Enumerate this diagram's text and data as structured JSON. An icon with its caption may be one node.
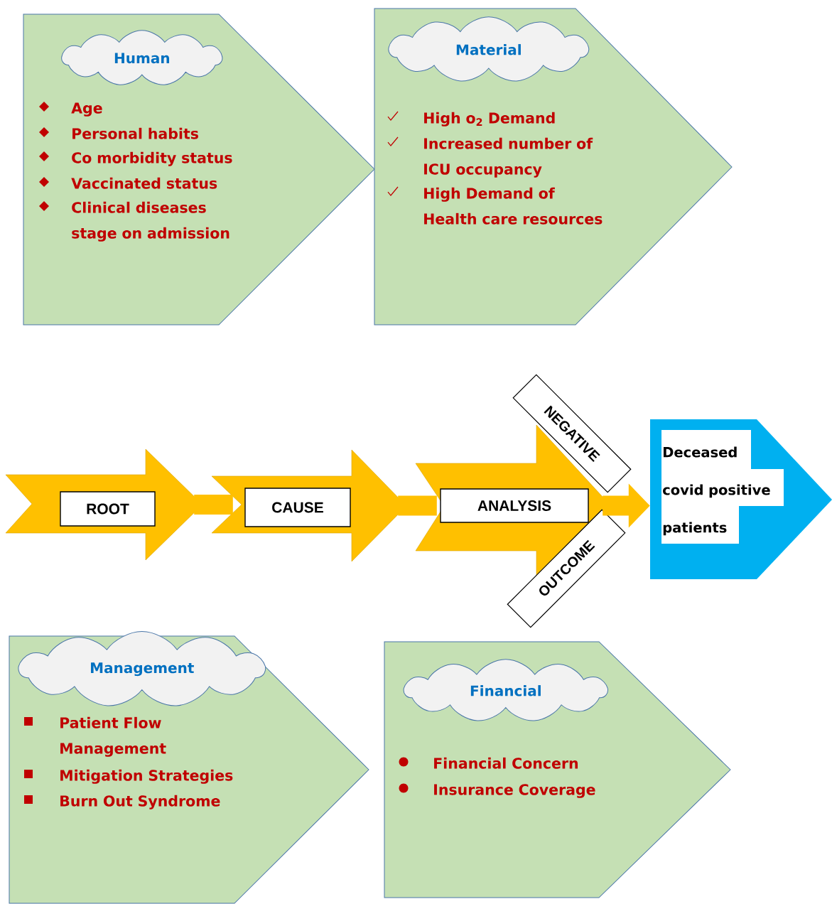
{
  "diagram": {
    "nodes": [
      {
        "text": [
          "Age",
          "Personal habits",
          "Co morbidity status",
          "Vaccinated status",
          "Clinical diseases stage on admission"
        ]
      },
      {
        "text": [
          "Human"
        ],
        "in": 0
      },
      {
        "text": [
          "High o$_{2}$ Demand",
          "Increased number of ICU occupancy",
          "High Demand of Health care resources"
        ]
      },
      {
        "text": [
          "Material"
        ],
        "in": 2
      },
      {
        "text": [
          "ROOT"
        ]
      },
      {
        "text": [
          "CAUSE"
        ]
      },
      {
        "text": [
          "ANALYSIS"
        ]
      },
      {
        "text": [
          "NEGATIVE"
        ]
      },
      {
        "text": [
          "OUTCOME"
        ]
      },
      {
        "text": [
          "Deceased covid positive patients"
        ]
      },
      {
        "text": [
          "Patient Flow Management",
          "Mitigation Strategies",
          "Burn Out Syndrome"
        ]
      },
      {
        "text": [
          "Management"
        ],
        "in": 10
      },
      {
        "text": [
          "Financial Concern",
          "Insurance Coverage"
        ]
      },
      {
        "text": [
          "Financial"
        ],
        "in": 12
      }
    ],
    "edges": [
      {
        "from": 4,
        "to": 5,
        "arrow": "none"
      },
      {
        "from": 5,
        "to": 6,
        "arrow": "none"
      },
      {
        "from": 6,
        "to": 9,
        "arrow": "to"
      }
    ]
  }
}
